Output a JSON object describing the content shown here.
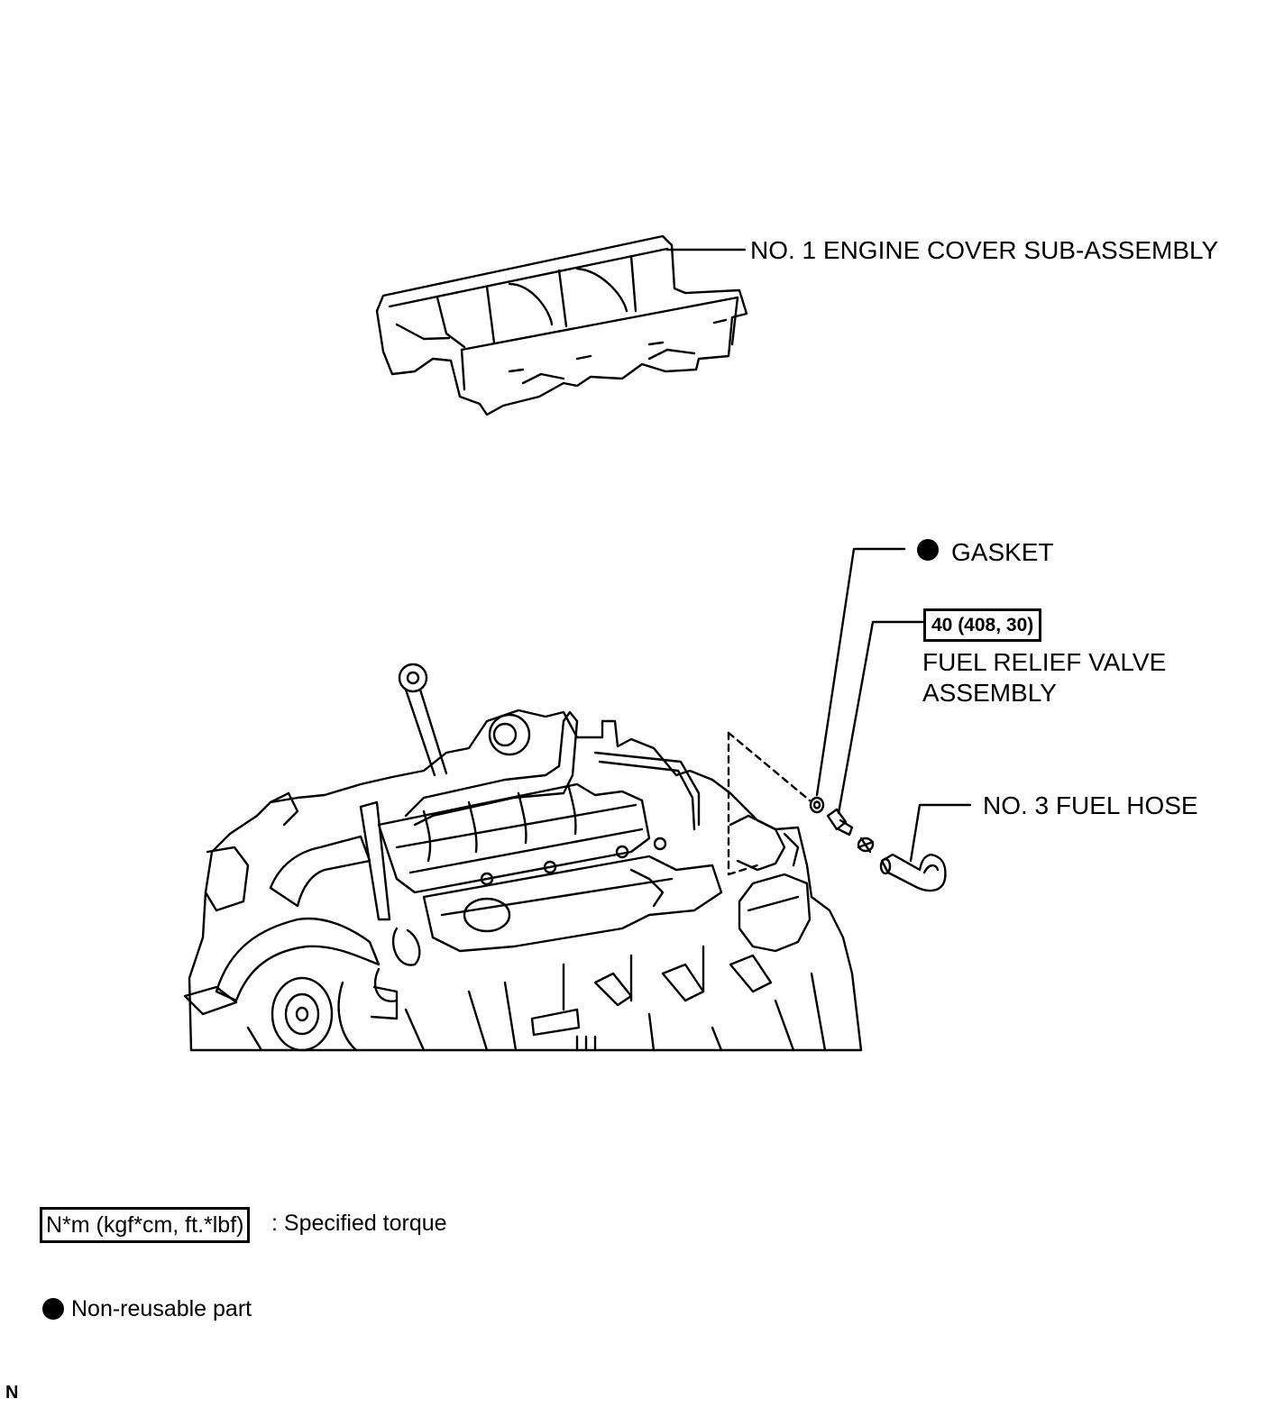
{
  "labels": {
    "engine_cover": "NO. 1 ENGINE COVER SUB-ASSEMBLY",
    "gasket": "GASKET",
    "torque_value": "40 (408, 30)",
    "fuel_relief_valve_line1": "FUEL RELIEF VALVE",
    "fuel_relief_valve_line2": "ASSEMBLY",
    "fuel_hose": "NO. 3 FUEL HOSE"
  },
  "legend": {
    "torque_unit": "N*m (kgf*cm, ft.*lbf)",
    "torque_desc": ": Specified torque",
    "nonreusable_desc": "Non-reusable part"
  },
  "corner_mark": "N"
}
